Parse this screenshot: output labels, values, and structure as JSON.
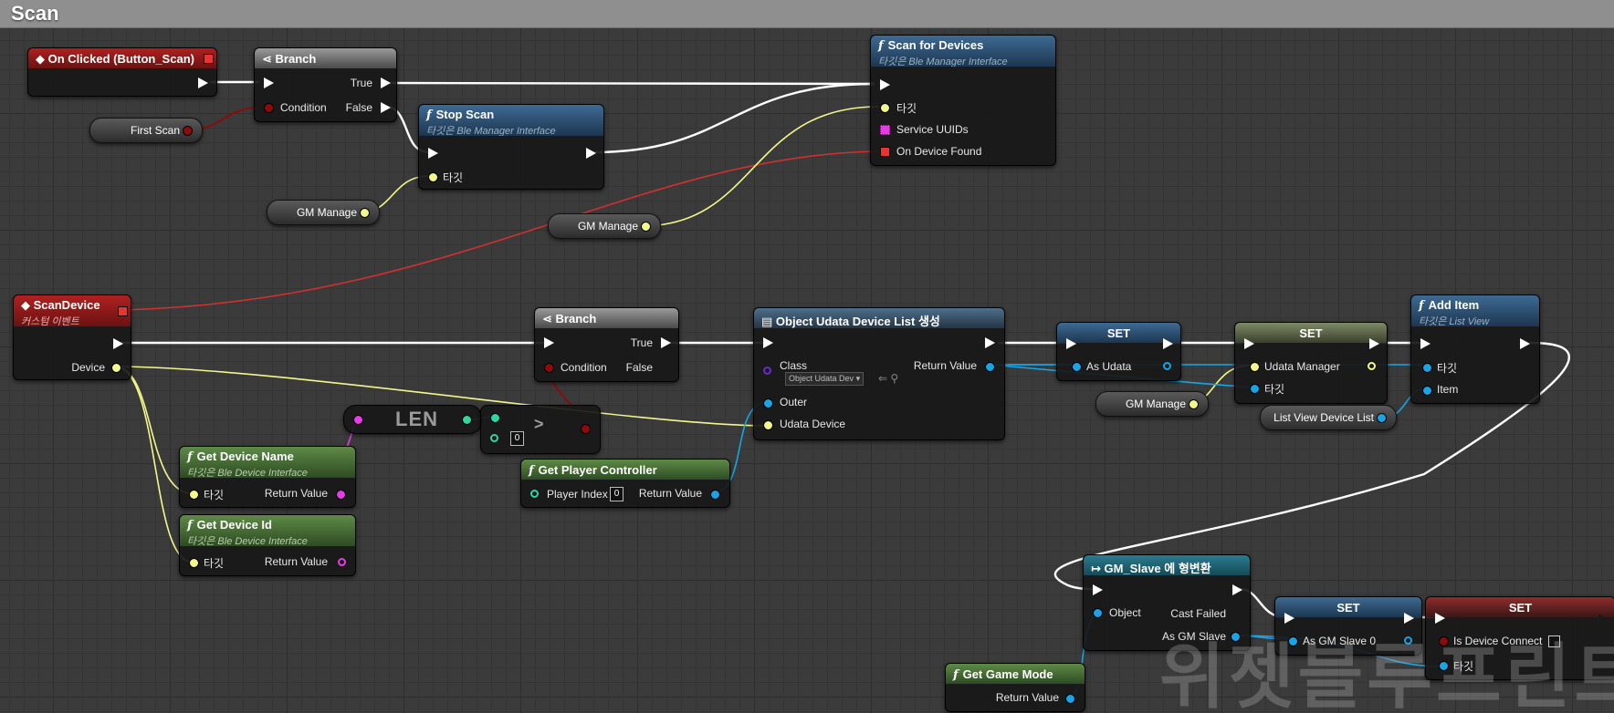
{
  "graph": {
    "title": "Scan",
    "watermark": "위젯블루프린트",
    "colors": {
      "exec": "#ffffff",
      "object": "#1aa4e8",
      "bool": "#8c0b0b",
      "string": "#e63ce3",
      "int": "#2dd6a2",
      "struct": "#f4f88a",
      "delegate": "#e93434"
    }
  },
  "nodes": {
    "on_clicked": {
      "title": "On Clicked (Button_Scan)"
    },
    "branch1": {
      "title": "Branch",
      "true_label": "True",
      "false_label": "False",
      "condition_label": "Condition"
    },
    "first_scan": {
      "label": "First Scan"
    },
    "stop_scan": {
      "title": "Stop Scan",
      "subtitle": "타깃은 Ble Manager Interface",
      "target_label": "타깃"
    },
    "gm_manage_1": {
      "label": "GM Manage"
    },
    "gm_manage_2": {
      "label": "GM Manage"
    },
    "gm_manage_3": {
      "label": "GM Manage"
    },
    "scan_for_devices": {
      "title": "Scan for Devices",
      "subtitle": "타깃은 Ble Manager Interface",
      "target_label": "타깃",
      "uuids_label": "Service UUIDs",
      "found_label": "On Device Found"
    },
    "scan_device": {
      "title": "ScanDevice",
      "subtitle": "커스텀 이벤트",
      "device_label": "Device"
    },
    "branch2": {
      "title": "Branch",
      "true_label": "True",
      "false_label": "False",
      "condition_label": "Condition"
    },
    "len": {
      "label": "LEN"
    },
    "compare": {
      "symbol": ">",
      "value": "0"
    },
    "get_device_name": {
      "title": "Get Device Name",
      "subtitle": "타깃은 Ble Device Interface",
      "target_label": "타깃",
      "return_label": "Return Value"
    },
    "get_device_id": {
      "title": "Get Device Id",
      "subtitle": "타깃은 Ble Device Interface",
      "target_label": "타깃",
      "return_label": "Return Value"
    },
    "get_player_controller": {
      "title": "Get Player Controller",
      "index_label": "Player Index",
      "index_value": "0",
      "return_label": "Return Value"
    },
    "construct": {
      "title": "Object Udata Device List 생성",
      "class_label": "Class",
      "class_value": "Object Udata Dev",
      "outer_label": "Outer",
      "udata_label": "Udata Device",
      "return_label": "Return Value"
    },
    "set_udata": {
      "title": "SET",
      "pin_label": "As Udata"
    },
    "set_manager": {
      "title": "SET",
      "pin_label": "Udata Manager",
      "target_label": "타깃"
    },
    "list_view": {
      "label": "List View Device List"
    },
    "add_item": {
      "title": "Add Item",
      "subtitle": "타깃은 List View",
      "target_label": "타깃",
      "item_label": "Item"
    },
    "cast": {
      "title": "GM_Slave 에 형변환",
      "object_label": "Object",
      "failed_label": "Cast Failed",
      "as_label": "As GM Slave"
    },
    "set_slave": {
      "title": "SET",
      "pin_label": "As GM Slave 0"
    },
    "set_connect": {
      "title": "SET",
      "pin_label": "Is Device Connect",
      "target_label": "타깃"
    },
    "get_game_mode": {
      "title": "Get Game Mode",
      "return_label": "Return Value"
    }
  }
}
